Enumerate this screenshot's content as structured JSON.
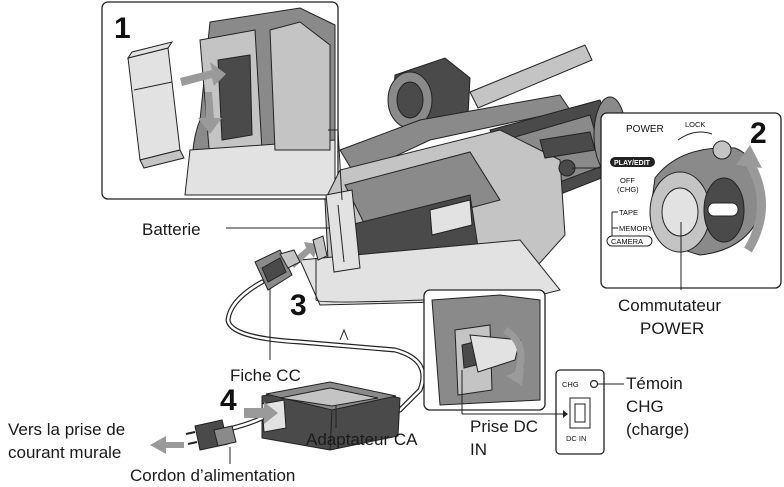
{
  "steps": {
    "s1": "1",
    "s2": "2",
    "s3": "3",
    "s4": "4"
  },
  "labels": {
    "batterie": "Batterie",
    "fiche_cc": "Fiche CC",
    "vers_prise_l1": "Vers la prise de",
    "vers_prise_l2": "courant murale",
    "cordon": "Cordon d’alimentation",
    "adaptateur": "Adaptateur CA",
    "prise_dc_l1": "Prise DC",
    "prise_dc_l2": "IN",
    "temoin_l1": "Témoin",
    "temoin_l2": "CHG",
    "temoin_l3": "(charge)",
    "commutateur_l1": "Commutateur",
    "commutateur_l2": "POWER"
  },
  "switch_panel": {
    "power": "POWER",
    "lock": "LOCK",
    "play_edit": "PLAY/EDIT",
    "off": "OFF",
    "chg": "(CHG)",
    "tape": "TAPE",
    "memory": "MEMORY",
    "camera": "CAMERA"
  },
  "dc_panel": {
    "chg": "CHG",
    "dc_in": "DC IN"
  },
  "icons": [
    "battery-icon",
    "camcorder-icon",
    "power-switch-icon",
    "ac-adapter-icon",
    "dc-plug-icon",
    "power-cord-icon",
    "wall-plug-icon"
  ]
}
